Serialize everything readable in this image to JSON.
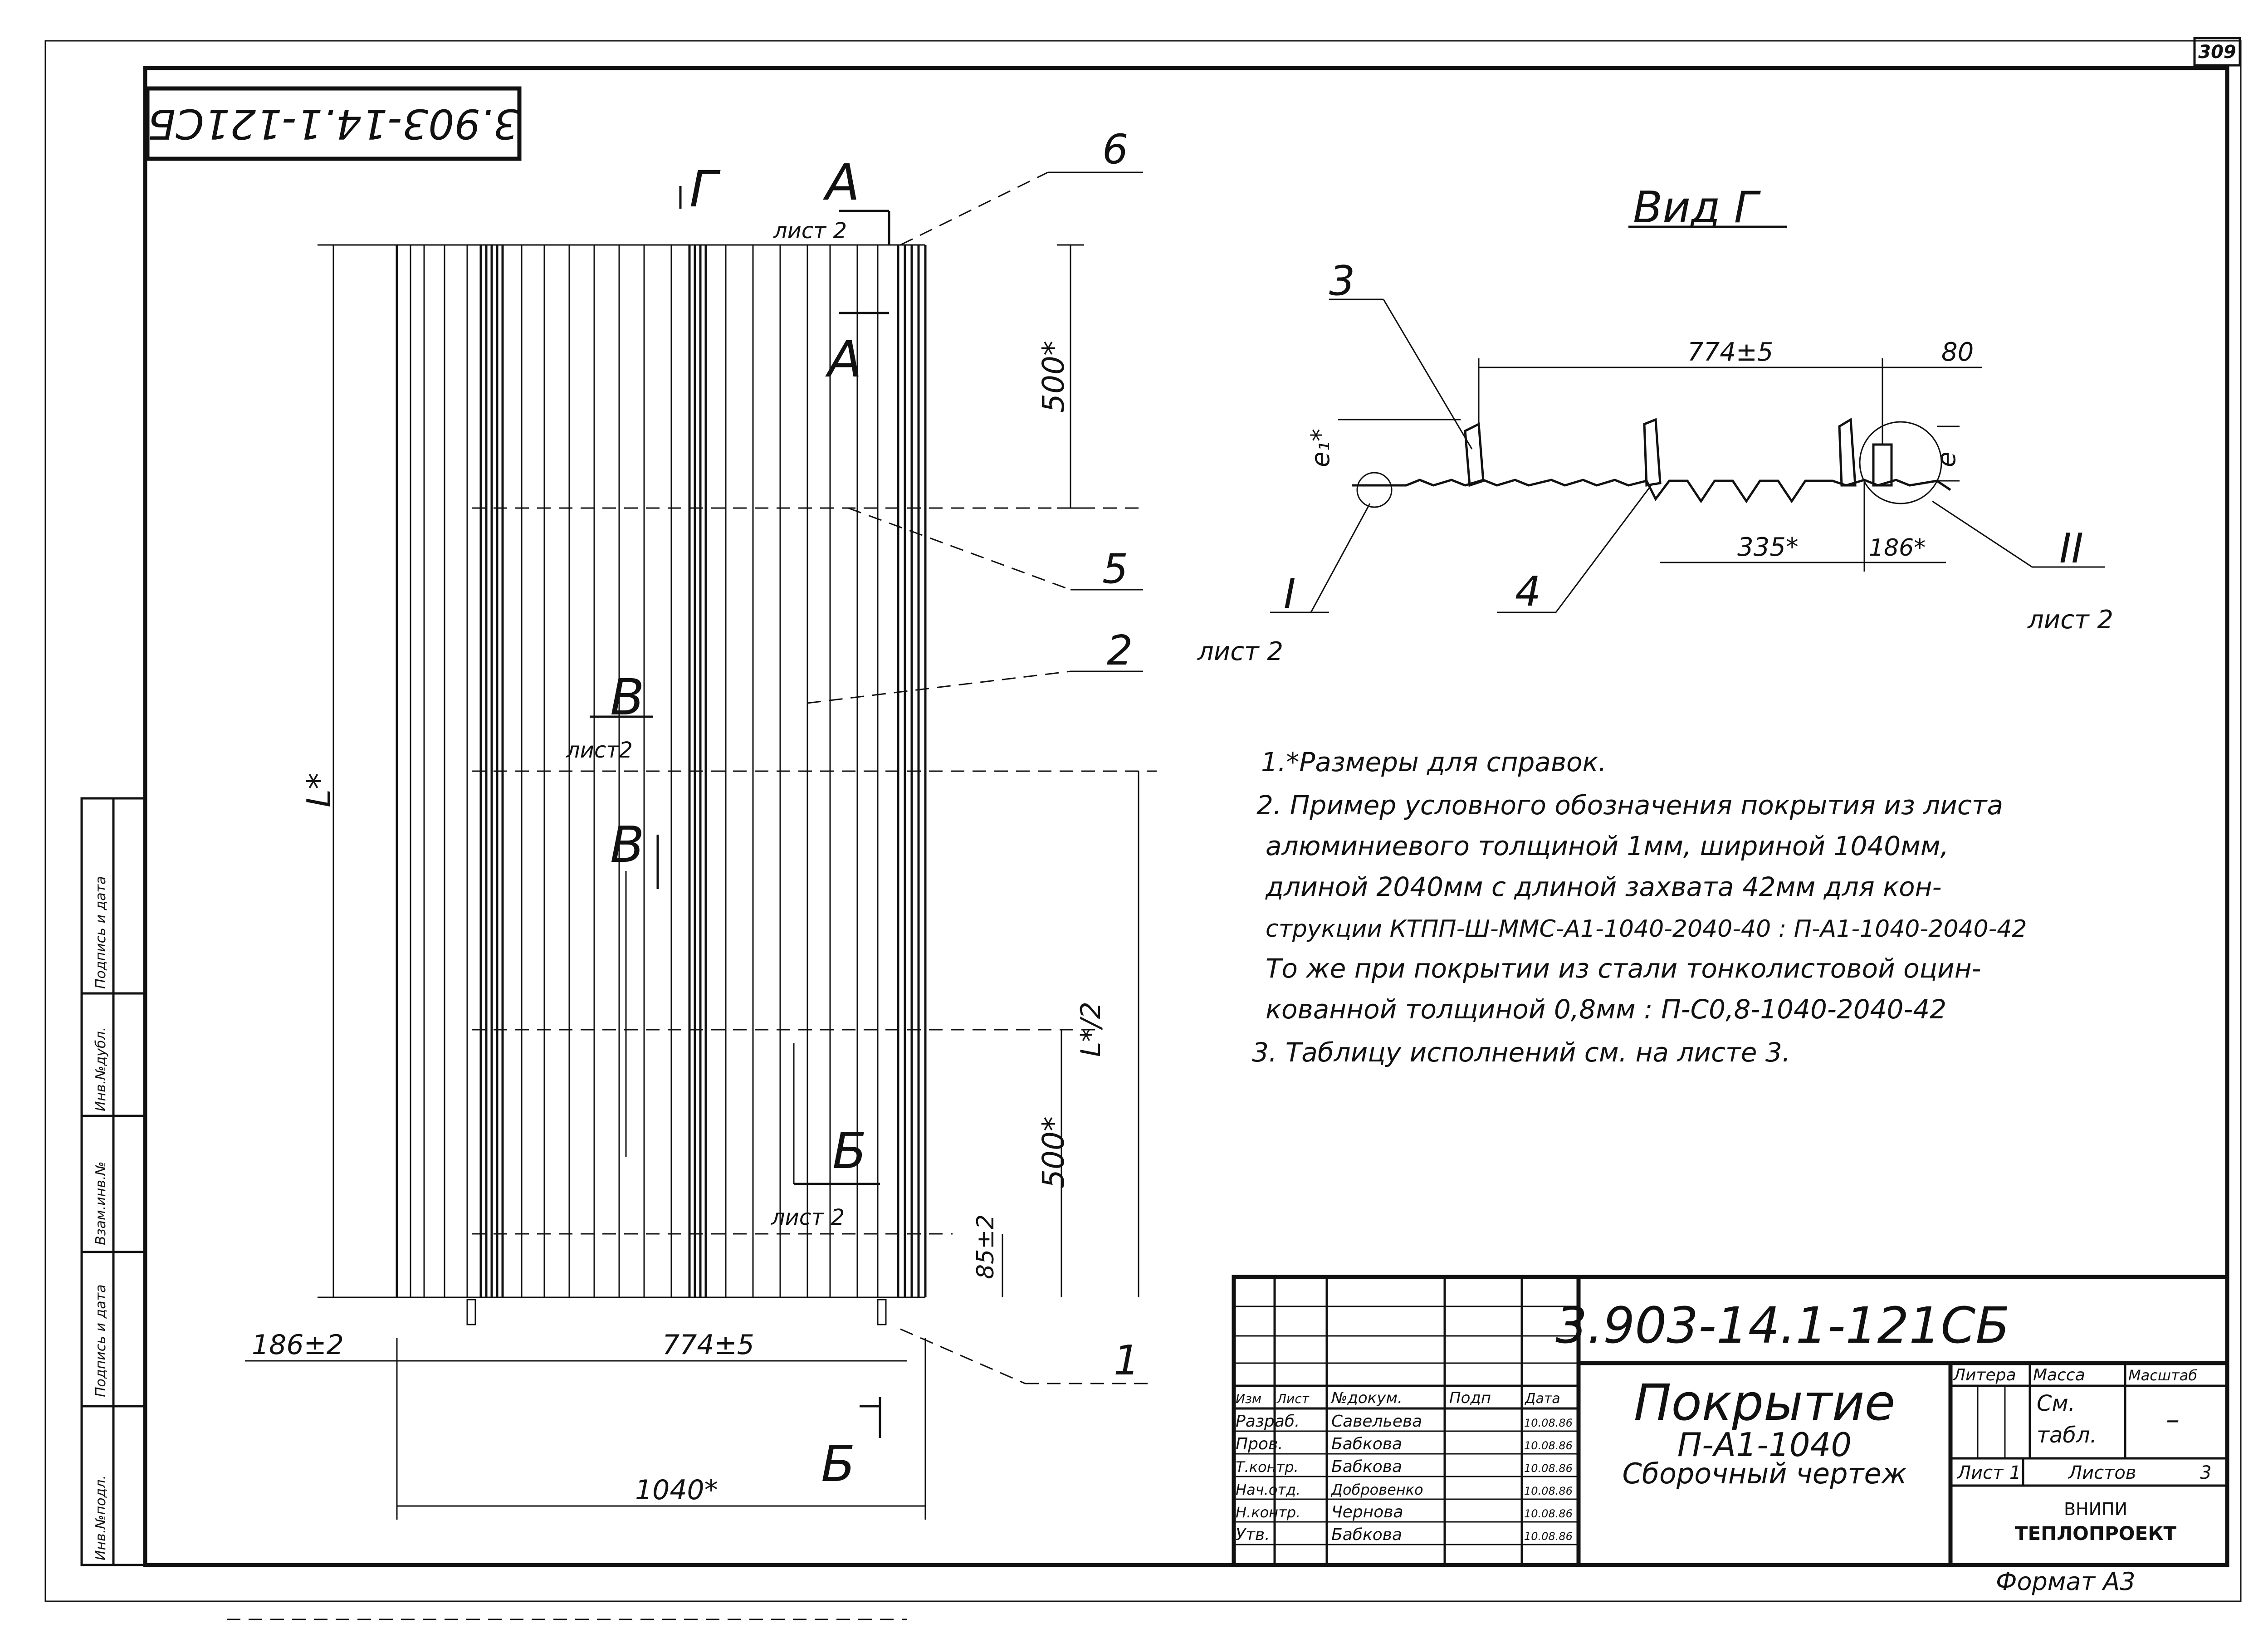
{
  "page_number": "309",
  "rotated_code": "3.903-14.1-121СБ",
  "drawing": {
    "section_mark_G": "Г",
    "section_A_top": "А",
    "section_A_bottom": "А",
    "section_V_top": "В",
    "section_V_bottom": "В",
    "section_B_mid": "Б",
    "section_B_bottom": "Б",
    "sheet_ref_top": "лист 2",
    "sheet_ref_mid": "лист2",
    "sheet_ref_bottom": "лист 2",
    "callouts": [
      "1",
      "2",
      "5",
      "6"
    ],
    "dim_500_top": "500*",
    "dim_500_bottom": "500*",
    "dim_L": "L*",
    "dim_L_half": "L*/2",
    "dim_85": "85±2",
    "dim_186": "186±2",
    "dim_774": "774±5",
    "dim_1040": "1040*"
  },
  "view_g": {
    "title": "Вид Г",
    "callout_3": "3",
    "callout_4": "4",
    "callout_I": "I",
    "callout_II": "II",
    "ref_I": "лист 2",
    "ref_II": "лист 2",
    "dim_774": "774±5",
    "dim_80": "80",
    "dim_335": "335*",
    "dim_186": "186*",
    "dim_e1": "e₁*",
    "dim_e": "e"
  },
  "notes": [
    "1.*Размеры для справок.",
    "2. Пример условного обозначения покрытия из листа",
    "алюминиевого толщиной 1мм, шириной 1040мм,",
    "длиной 2040мм с длиной захвата 42мм для кон-",
    "струкции КТПП-Ш-ММС-А1-1040-2040-40 : П-А1-1040-2040-42",
    "То же при покрытии из стали тонколистовой оцин-",
    "кованной толщиной 0,8мм : П-С0,8-1040-2040-42",
    "3. Таблицу исполнений см. на листе 3."
  ],
  "side_stamp": [
    "Инв.№подл.",
    "Подпись и дата",
    "Взам.инв.№",
    "Инв.№дубл.",
    "Подпись и дата"
  ],
  "title_block": {
    "code": "3.903-14.1-121СБ",
    "title_line1": "Покрытие",
    "title_line2": "П-А1-1040",
    "title_line3": "Сборочный чертеж",
    "header_izm": "Изм",
    "header_list": "Лист",
    "header_doc": "№докум.",
    "header_sign": "Подп",
    "header_date": "Дата",
    "roles": [
      {
        "role": "Разраб.",
        "name": "Савельева",
        "date": "10.08.86"
      },
      {
        "role": "Пров.",
        "name": "Бабкова",
        "date": "10.08.86"
      },
      {
        "role": "Т.контр.",
        "name": "Бабкова",
        "date": "10.08.86"
      },
      {
        "role": "Нач.отд.",
        "name": "Добровенко",
        "date": "10.08.86"
      },
      {
        "role": "Н.контр.",
        "name": "Чернова",
        "date": "10.08.86"
      },
      {
        "role": "Утв.",
        "name": "Бабкова",
        "date": "10.08.86"
      }
    ],
    "litera_label": "Литера",
    "massa_label": "Масса",
    "masshtab_label": "Масштаб",
    "massa_value_1": "См.",
    "massa_value_2": "табл.",
    "masshtab_value": "–",
    "list_label": "Лист",
    "list_value": "1",
    "listov_label": "Листов",
    "listov_value": "3",
    "org_1": "ВНИПИ",
    "org_2": "ТЕПЛОПРОЕКТ",
    "format": "Формат А3"
  }
}
